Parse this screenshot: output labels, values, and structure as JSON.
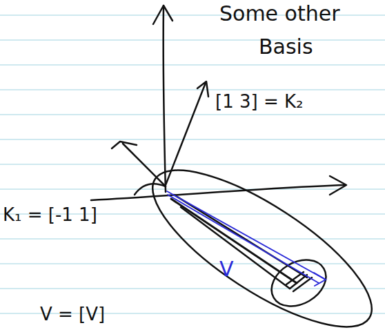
{
  "diagram": {
    "labels": [
      "Some other",
      "Basis",
      "[1 3] = K₂",
      "K₁ = [-1 1]",
      "V",
      "V = [V]"
    ]
  }
}
